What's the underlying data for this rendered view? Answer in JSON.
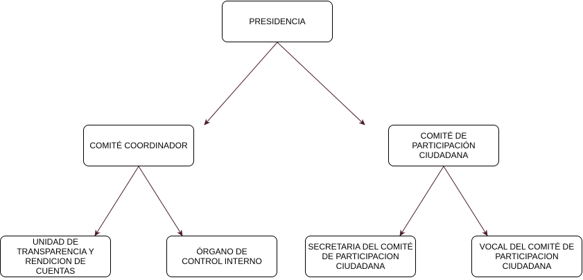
{
  "diagram": {
    "edge_color": "#4a1a2c",
    "nodes": {
      "root": {
        "label": "PRESIDENCIA"
      },
      "coord": {
        "label": "COMITÉ COORDINADOR"
      },
      "partic": {
        "label": "COMITÉ DE PARTICIPACIÓN CIUDADANA"
      },
      "unidad": {
        "label": "UNIDAD DE TRANSPARENCIA Y RENDICION DE CUENTAS"
      },
      "organo": {
        "label": "ÓRGANO DE CONTROL INTERNO"
      },
      "secr": {
        "label": "SECRETARIA DEL COMITÉ DE PARTICIPACION CIUDADANA"
      },
      "vocal": {
        "label": "VOCAL DEL COMITÉ DE PARTICIPACION CIUDADANA"
      }
    },
    "edges": [
      {
        "from": "root",
        "to": "coord"
      },
      {
        "from": "root",
        "to": "partic"
      },
      {
        "from": "coord",
        "to": "unidad"
      },
      {
        "from": "coord",
        "to": "organo"
      },
      {
        "from": "partic",
        "to": "secr"
      },
      {
        "from": "partic",
        "to": "vocal"
      }
    ]
  }
}
